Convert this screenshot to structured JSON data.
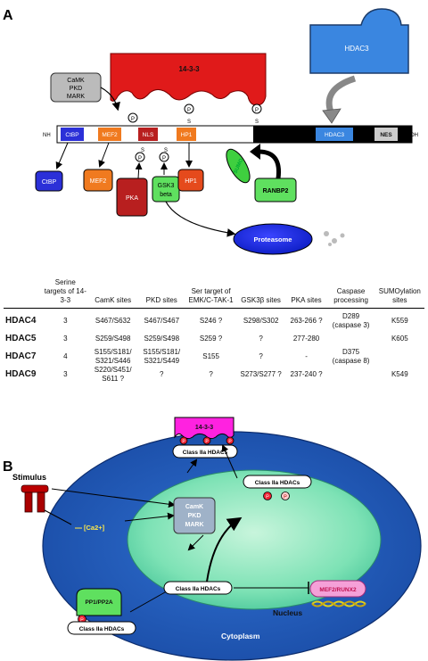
{
  "panel_a": {
    "label": "A",
    "protein_14_3_3": "14-3-3",
    "hdac3_blob": "HDAC3",
    "kinases": [
      "CaMK",
      "PKD",
      "MARK"
    ],
    "nh2": "NH",
    "cooh": "COOH",
    "bar_segments": {
      "ctbp": "CtBP",
      "mef2": "MEF2",
      "nls": "NLS",
      "hp1": "HP1",
      "hdac3": "HDAC3",
      "nes": "NES"
    },
    "p_label": "P",
    "s_label": "S",
    "partners": {
      "ctbp": "CtBP",
      "mef2": "MEF2",
      "pka": "PKA",
      "gsk3": [
        "GSK3",
        "beta"
      ],
      "hp1": "HP1",
      "sumo": "SUMO",
      "ranbp2": "RANBP2",
      "proteasome": "Proteasome"
    }
  },
  "table": {
    "headers": [
      "",
      "Serine targets of 14-3-3",
      "CamK sites",
      "PKD sites",
      "Ser target of EMK/C-TAK-1",
      "GSK3β sites",
      "PKA sites",
      "Caspase processing",
      "SUMOylation sites"
    ],
    "rows": [
      {
        "name": "HDAC4",
        "cells": [
          "3",
          "S467/S632",
          "S467/S467",
          "S246 ?",
          "S298/S302",
          "263-266 ?",
          "D289 (caspase 3)",
          "K559"
        ]
      },
      {
        "name": "HDAC5",
        "cells": [
          "3",
          "S259/S498",
          "S259/S498",
          "S259 ?",
          "?",
          "277-280",
          "",
          "K605"
        ]
      },
      {
        "name": "HDAC7",
        "cells": [
          "4",
          "S155/S181/ S321/S446",
          "S155/S181/ S321/S449",
          "S155",
          "?",
          "-",
          "D375 (caspase 8)",
          ""
        ]
      },
      {
        "name": "HDAC9",
        "cells": [
          "3",
          "S220/S451/ S611 ?",
          "?",
          "?",
          "S273/S277 ?",
          "237-240 ?",
          "",
          "K549"
        ]
      }
    ]
  },
  "panel_b": {
    "label": "B",
    "stimulus": "Stimulus",
    "ca": "[Ca2+]",
    "protein_14_3_3": "14-3-3",
    "class_iia": "Class IIa HDACs",
    "kinases": [
      "CamK",
      "PKD",
      "MARK"
    ],
    "pp": "PP1/PP2A",
    "mef2": "MEF2/RUNX2",
    "nucleus": "Nucleus",
    "cytoplasm": "Cytoplasm",
    "p_label": "P"
  }
}
